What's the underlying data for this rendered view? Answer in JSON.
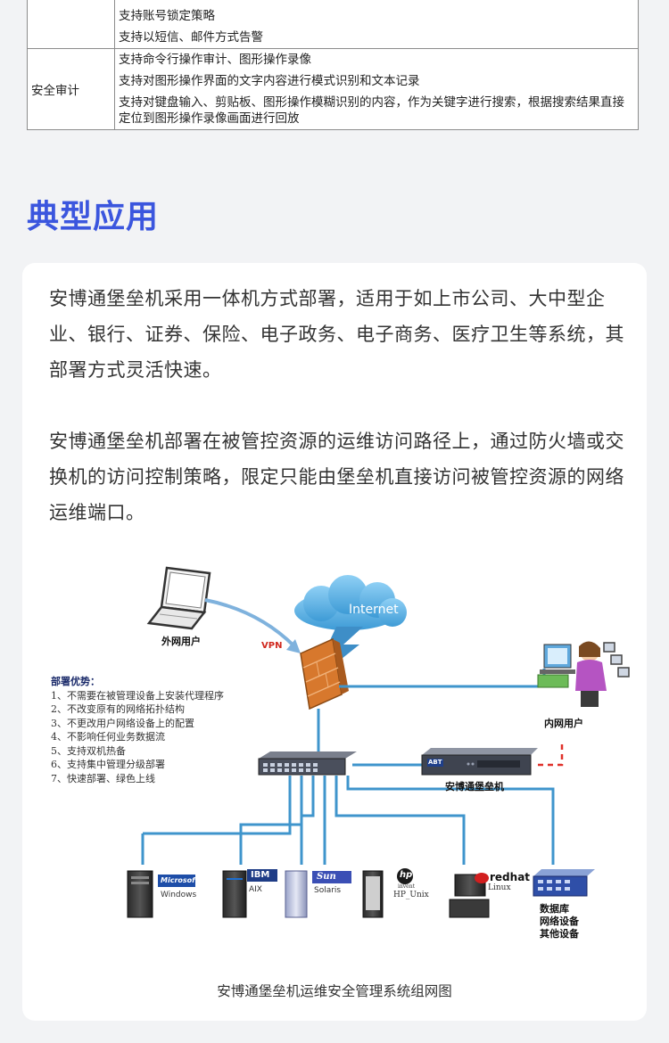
{
  "table": {
    "rows": [
      {
        "category": "",
        "items": [
          "支持账号锁定策略",
          "支持以短信、邮件方式告警"
        ]
      },
      {
        "category": "安全审计",
        "items": [
          "支持命令行操作审计、图形操作录像",
          "支持对图形操作界面的文字内容进行模式识别和文本记录",
          "支持对键盘输入、剪贴板、图形操作模糊识别的内容，作为关键字进行搜索，根据搜索结果直接定位到图形操作录像画面进行回放"
        ]
      }
    ]
  },
  "section": {
    "title": "典型应用"
  },
  "card": {
    "paragraph1": "安博通堡垒机采用一体机方式部署，适用于如上市公司、大中型企业、银行、证券、保险、电子政务、电子商务、医疗卫生等系统，其部署方式灵活快速。",
    "paragraph2": "安博通堡垒机部署在被管控资源的运维访问路径上，通过防火墙或交换机的访问控制策略，限定只能由堡垒机直接访问被管控资源的网络运维端口。",
    "caption": "安博通堡垒机运维安全管理系统组网图"
  },
  "diagram": {
    "internet": "Internet",
    "external_user": "外网用户",
    "vpn": "VPN",
    "internal_user": "内网用户",
    "bastion": "安博通堡垒机",
    "bastion_badge": "ABT",
    "advantages_title": "部署优势：",
    "advantages": [
      "1、不需要在被管理设备上安装代理程序",
      "2、不改变原有的网络拓扑结构",
      "3、不更改用户网络设备上的配置",
      "4、不影响任何业务数据流",
      "5、支持双机热备",
      "6、支持集中管理分级部署",
      "7、快速部署、绿色上线"
    ],
    "servers": {
      "windows_logo": "Microsoft",
      "windows": "Windows",
      "ibm_logo": "IBM",
      "aix": "AIX",
      "sun_logo": "Sun",
      "solaris": "Solaris",
      "hp_logo": "hp",
      "hp_sub": "invent",
      "hp_unix": "HP_Unix",
      "redhat": "redhat",
      "linux": "Linux",
      "others": [
        "数据库",
        "网络设备",
        "其他设备"
      ]
    },
    "colors": {
      "link": "#3f95cc",
      "vpn_arrow": "#7fb2dd",
      "dashed": "#e0312a",
      "firewall": "#d7782d"
    }
  }
}
